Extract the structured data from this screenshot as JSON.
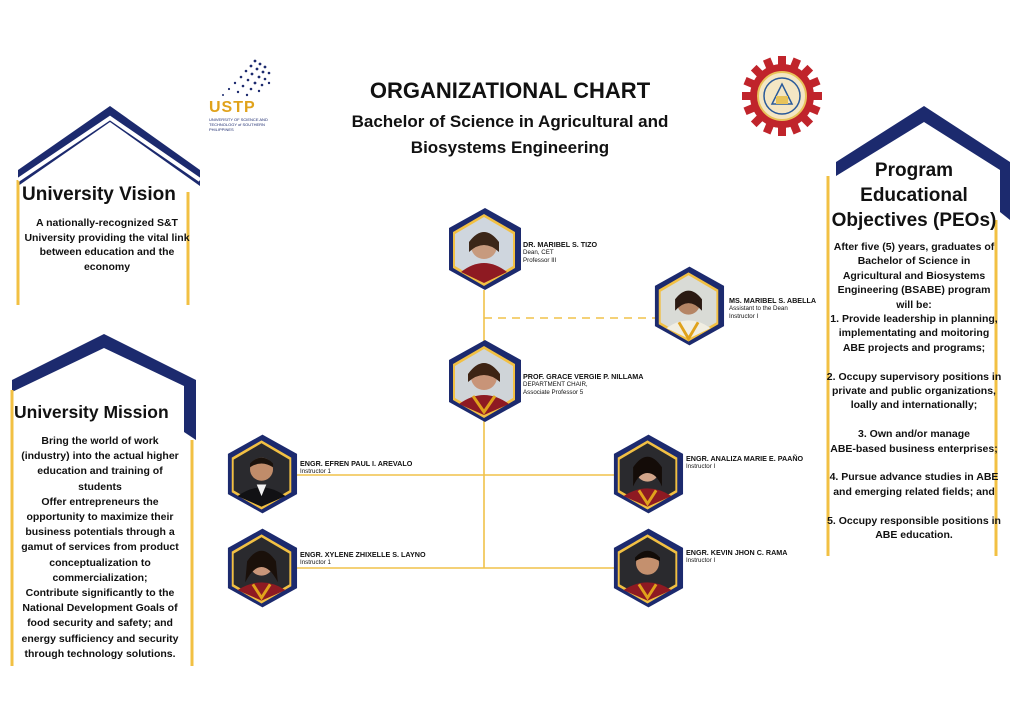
{
  "header": {
    "title": "ORGANIZATIONAL CHART",
    "subtitle_line1": "Bachelor of Science in Agricultural and",
    "subtitle_line2": "Biosystems Engineering"
  },
  "logos": {
    "ustp_brand": "USTP",
    "ustp_sub": "UNIVERSITY OF SCIENCE AND TECHNOLOGY of SOUTHERN PHILIPPINES"
  },
  "vision": {
    "title": "University Vision",
    "lines": [
      "A nationally-recognized S&T",
      "University providing the vital link",
      "between education and the",
      "economy"
    ]
  },
  "mission": {
    "title": "University Mission",
    "lines": [
      "Bring the world of work",
      "(industry) into the actual higher",
      "education and training of",
      "students",
      "Offer entrepreneurs the",
      "opportunity to maximize their",
      "business potentials through a",
      "gamut of services from product",
      "conceptualization to",
      "commercialization;",
      "Contribute significantly to the",
      "National Development Goals of",
      "food security and safety; and",
      "energy sufficiency and security",
      "through technology solutions."
    ]
  },
  "peo": {
    "title_line1": "Program",
    "title_line2": "Educational",
    "title_line3": "Objectives (PEOs)",
    "lines": [
      "After five (5) years, graduates of",
      "Bachelor of Science in",
      "Agricultural and Biosystems",
      "Engineering (BSABE) program",
      "will be:",
      "1. Provide leadership in planning,",
      "implementating and moitoring",
      "ABE projects and programs;",
      "",
      "2. Occupy supervisory positions in",
      "private and public organizations,",
      "loally and internationally;",
      "",
      "3. Own and/or manage",
      "ABE-based business enterprises;",
      "",
      "4. Pursue advance studies in ABE",
      "and emerging related fields; and",
      "",
      "5. Occupy responsible positions in",
      "ABE education."
    ]
  },
  "people": {
    "dean": {
      "name": "DR. MARIBEL S. TIZO",
      "title1": "Dean, CET",
      "title2": "Professor III"
    },
    "assistant": {
      "name": "MS. MARIBEL S. ABELLA",
      "title1": "Assistant to the Dean",
      "title2": "Instructor I"
    },
    "chair": {
      "name": "PROF. GRACE VERGIE P. NILLAMA",
      "title1": "DEPARTMENT CHAIR,",
      "title2": "Associate Professor 5"
    },
    "arevalo": {
      "name": "ENGR. EFREN PAUL I. AREVALO",
      "title1": "Instructor 1"
    },
    "paano": {
      "name": "ENGR. ANALIZA MARIE E. PAAÑO",
      "title1": "Instructor I"
    },
    "layno": {
      "name": "ENGR. XYLENE ZHIXELLE S. LAYNO",
      "title1": "Instructor 1"
    },
    "rama": {
      "name": "ENGR. KEVIN JHON C. RAMA",
      "title1": "Instructor I"
    }
  },
  "colors": {
    "navy": "#1c2a6e",
    "gold": "#f2c043",
    "maroon": "#8e1a22",
    "line": "#f0c24a"
  }
}
